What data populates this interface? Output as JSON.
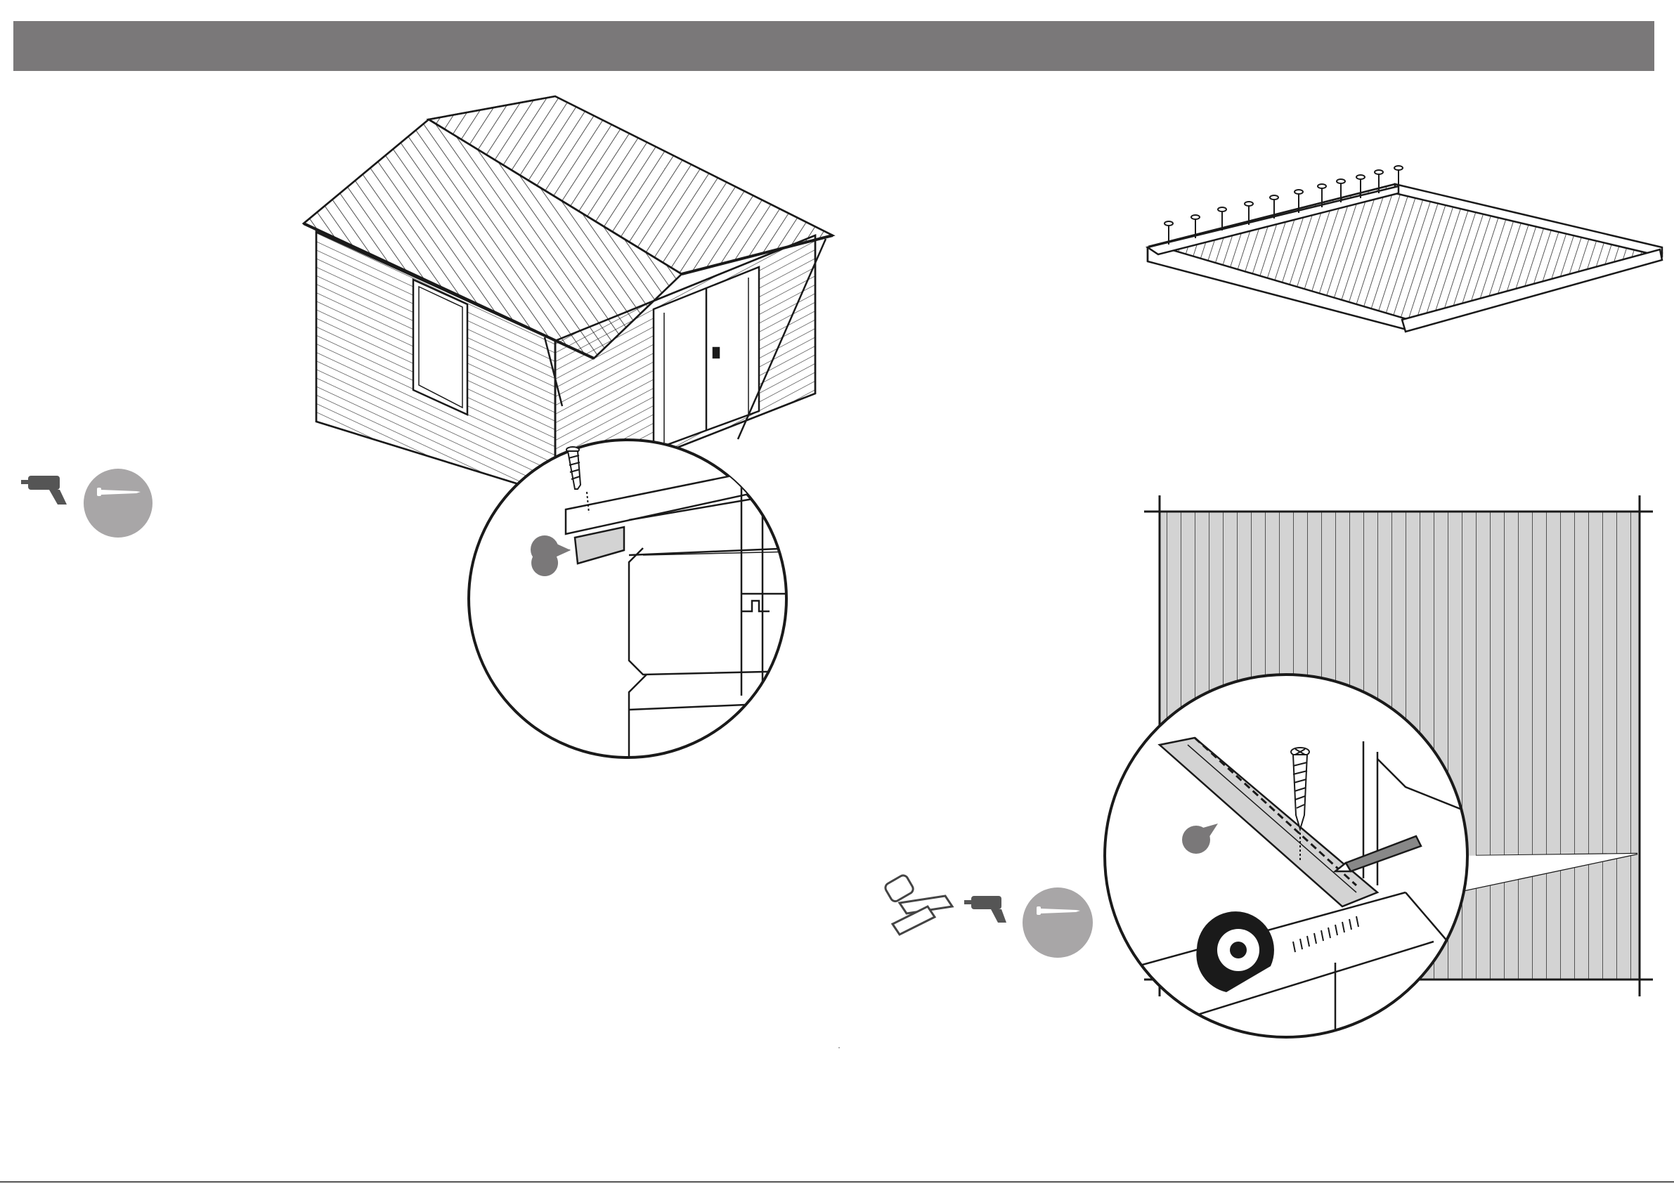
{
  "page": {
    "header_bar_color": "#7a7879",
    "line_color": "#1a1a1a",
    "highlight_fill": "#d3d3d3",
    "badge_color": "#a8a6a7",
    "icon_dark": "#555555"
  },
  "step_left": {
    "tools": [
      "power-drill-icon",
      "screw-badge-icon"
    ],
    "illustration": "log-cabin-roof-assembly",
    "detail": "roof-fascia-screw-detail"
  },
  "step_right": {
    "tools": [
      "saw-icon",
      "power-drill-icon",
      "screw-badge-icon"
    ],
    "illustrations": [
      "floor-frame-with-screws",
      "floor-boards-top-view"
    ],
    "detail": "floor-board-cut-and-screw-detail"
  }
}
